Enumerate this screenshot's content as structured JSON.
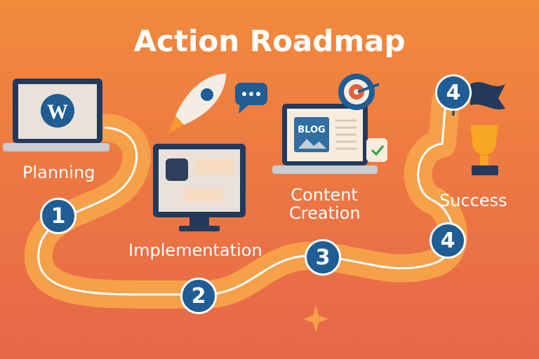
{
  "title": "Action Roadmap",
  "steps": [
    {
      "number": "1",
      "label": "Planning"
    },
    {
      "number": "2",
      "label": "Implementation"
    },
    {
      "number": "3",
      "label": "Content Creation"
    },
    {
      "number": "4",
      "label": "Success"
    }
  ],
  "flag_number": "4",
  "blog_text": "BLOG",
  "colors": {
    "road": "#f7a04a",
    "badge": "#1f5d94",
    "background": "#ef7d3e"
  }
}
